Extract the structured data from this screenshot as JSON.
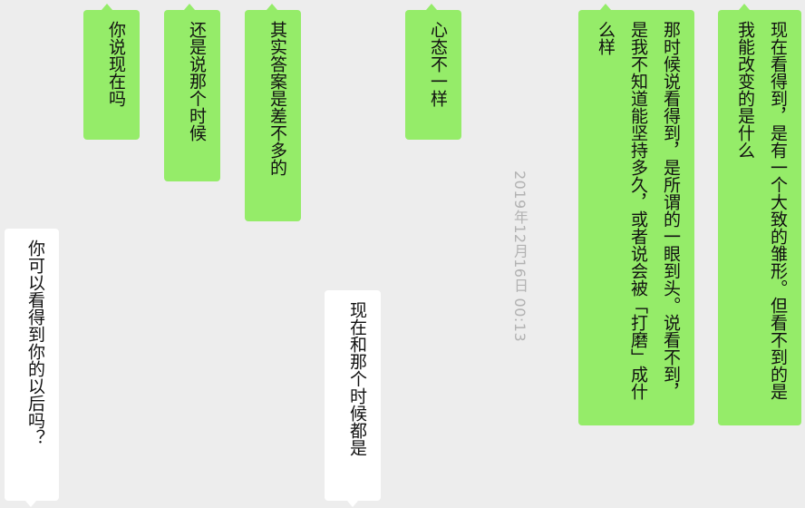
{
  "messages": {
    "m1": "你可以看得到你的以后吗？",
    "m2": "你说现在吗",
    "m3": "还是说那个时候",
    "m4": "其实答案是差不多的",
    "m5": "现在和那个时候都是",
    "m6": "心态不一样",
    "m7": "那时候说看得到，是所谓的一眼到头。说看不到，是我不知道能坚持多久，或者说会被「打磨」成什么样",
    "m8": "现在看得到，是有一个大致的雏形。但看不到的是我能改变的是什么"
  },
  "timestamp": "2019年12月16日 00:13",
  "colors": {
    "sent": "#95ec69",
    "received": "#ffffff",
    "background": "#ededed",
    "timestamp": "#b2b2b2"
  }
}
